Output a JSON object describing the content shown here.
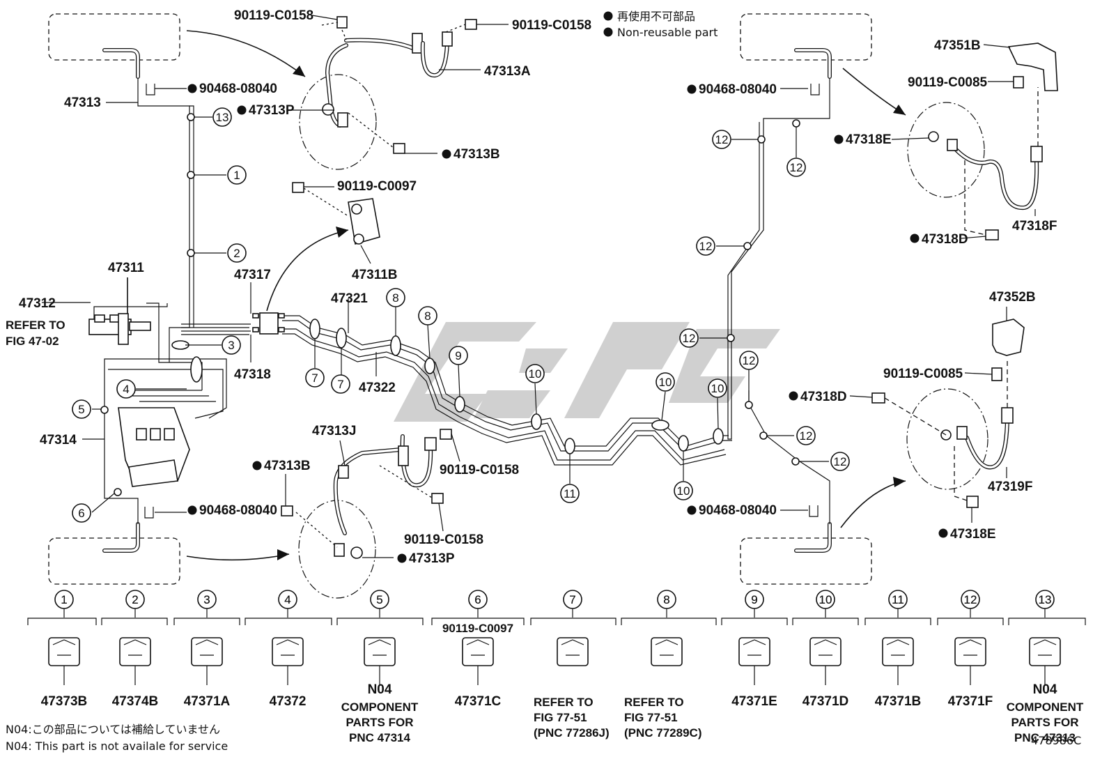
{
  "note": {
    "jp": "再使用不可部品",
    "en": "Non-reusable part"
  },
  "labels": {
    "p90119_c0158_a": "90119-C0158",
    "p90119_c0158_b": "90119-C0158",
    "p47313A": "47313A",
    "p47313": "47313",
    "p90468_a": "90468-08040",
    "p47313P_a": "47313P",
    "p47313B_a": "47313B",
    "p90119_c0097": "90119-C0097",
    "p47311B": "47311B",
    "p47311": "47311",
    "p47312": "47312",
    "refer_to": "REFER TO",
    "fig_47_02": "FIG 47-02",
    "p47317": "47317",
    "p47318": "47318",
    "p47321": "47321",
    "p47322": "47322",
    "p47314": "47314",
    "p47313J": "47313J",
    "p47313B_b": "47313B",
    "p90119_c0158_c": "90119-C0158",
    "p90119_c0158_d": "90119-C0158",
    "p90468_b": "90468-08040",
    "p47313P_b": "47313P",
    "p90468_c": "90468-08040",
    "p90468_d": "90468-08040",
    "p47351B": "47351B",
    "p90119_c0085_a": "90119-C0085",
    "p47318E_a": "47318E",
    "p47318F": "47318F",
    "p47318D_a": "47318D",
    "p47352B": "47352B",
    "p90119_c0085_b": "90119-C0085",
    "p47318D_b": "47318D",
    "p47319F": "47319F",
    "p47318E_b": "47318E"
  },
  "callouts": {
    "c1": "1",
    "c2": "2",
    "c3": "3",
    "c4": "4",
    "c5": "5",
    "c6": "6",
    "c7a": "7",
    "c7b": "7",
    "c8a": "8",
    "c8b": "8",
    "c9": "9",
    "c10a": "10",
    "c10b": "10",
    "c10c": "10",
    "c10d": "10",
    "c11": "11",
    "c12a": "12",
    "c12b": "12",
    "c12c": "12",
    "c12d": "12",
    "c12e": "12",
    "c12f": "12",
    "c12g": "12",
    "c13": "13"
  },
  "parts_table": [
    {
      "num": "1",
      "code": "47373B"
    },
    {
      "num": "2",
      "code": "47374B"
    },
    {
      "num": "3",
      "code": "47371A"
    },
    {
      "num": "4",
      "code": "47372"
    },
    {
      "num": "5",
      "code": "N04",
      "text1": "COMPONENT",
      "text2": "PARTS FOR",
      "text3": "PNC 47314"
    },
    {
      "num": "6",
      "header": "90119-C0097",
      "code": "47371C"
    },
    {
      "num": "7",
      "text1": "REFER TO",
      "text2": "FIG 77-51",
      "text3": "(PNC 77286J)"
    },
    {
      "num": "8",
      "text1": "REFER TO",
      "text2": "FIG 77-51",
      "text3": "(PNC 77289C)"
    },
    {
      "num": "9",
      "code": "47371E"
    },
    {
      "num": "10",
      "code": "47371D"
    },
    {
      "num": "11",
      "code": "47371B"
    },
    {
      "num": "12",
      "code": "47371F"
    },
    {
      "num": "13",
      "code": "N04",
      "text1": "COMPONENT",
      "text2": "PARTS FOR",
      "text3": "PNC 47313"
    }
  ],
  "footer": {
    "n04_jp": "N04:この部品については補給していません",
    "n04_en": "N04: This part is not availale for service",
    "fig_id": "478986C"
  }
}
